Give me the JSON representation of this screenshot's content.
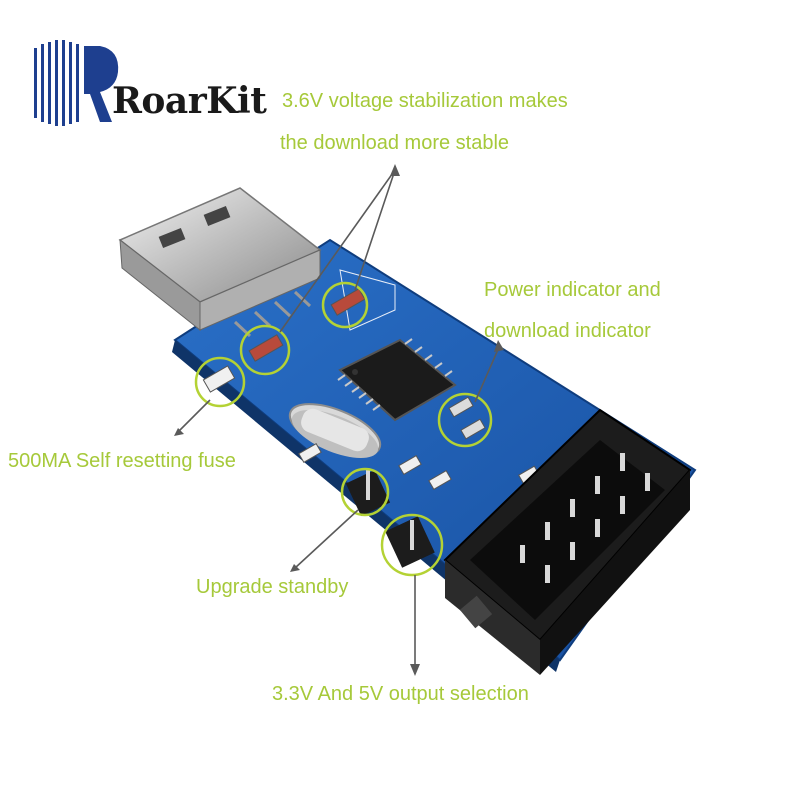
{
  "brand": {
    "name": "RoarKit"
  },
  "captions": {
    "voltage_line1": "3.6V voltage stabilization makes",
    "voltage_line2": "the download more stable",
    "power_line1": "Power indicator and",
    "power_line2": "download indicator",
    "fuse": "500MA Self resetting fuse",
    "upgrade": "Upgrade standby",
    "output": "3.3V And 5V output selection"
  },
  "colors": {
    "accent": "#a6c93a",
    "pcb": "#1f5fb5",
    "logo": "#1e3f8f",
    "header": "#1c1c1c"
  }
}
